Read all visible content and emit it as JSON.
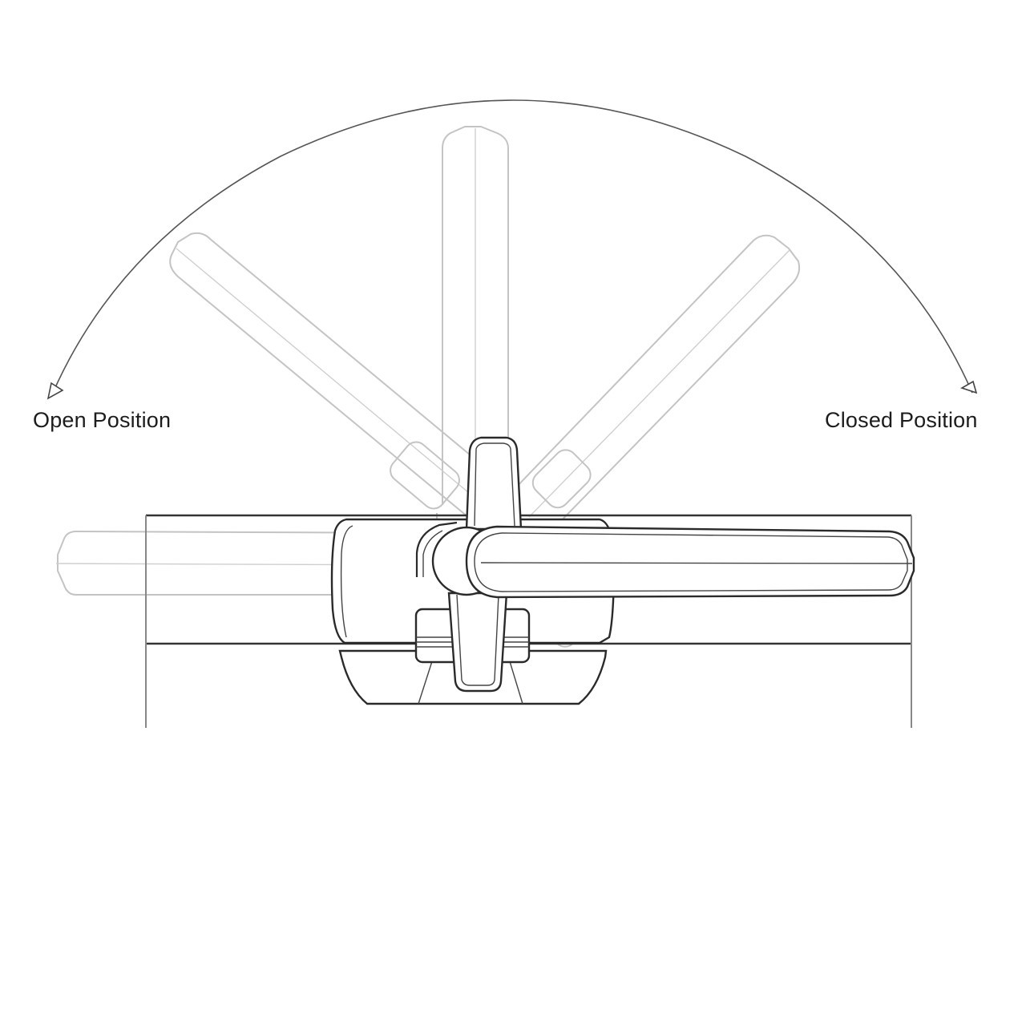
{
  "diagram": {
    "type": "mechanical-rotation-diagram",
    "subject": "rotating handle / latch",
    "labels": {
      "open": "Open Position",
      "closed": "Closed Position"
    },
    "rotation_arc": {
      "direction": "bidirectional",
      "span_degrees": 180,
      "arrow_left_target": "Open Position",
      "arrow_right_target": "Closed Position"
    },
    "handle_positions": [
      {
        "name": "open",
        "angle_deg": 180,
        "style": "ghosted"
      },
      {
        "name": "intermediate-135",
        "angle_deg": 135,
        "style": "ghosted"
      },
      {
        "name": "intermediate-90",
        "angle_deg": 90,
        "style": "ghosted"
      },
      {
        "name": "intermediate-45",
        "angle_deg": 45,
        "style": "ghosted"
      },
      {
        "name": "closed",
        "angle_deg": 0,
        "style": "solid"
      }
    ],
    "colors": {
      "solid_line": "#2a2a2a",
      "ghost_line": "#c4c4c4",
      "background": "#ffffff",
      "label_text": "#1c1c1c"
    }
  }
}
